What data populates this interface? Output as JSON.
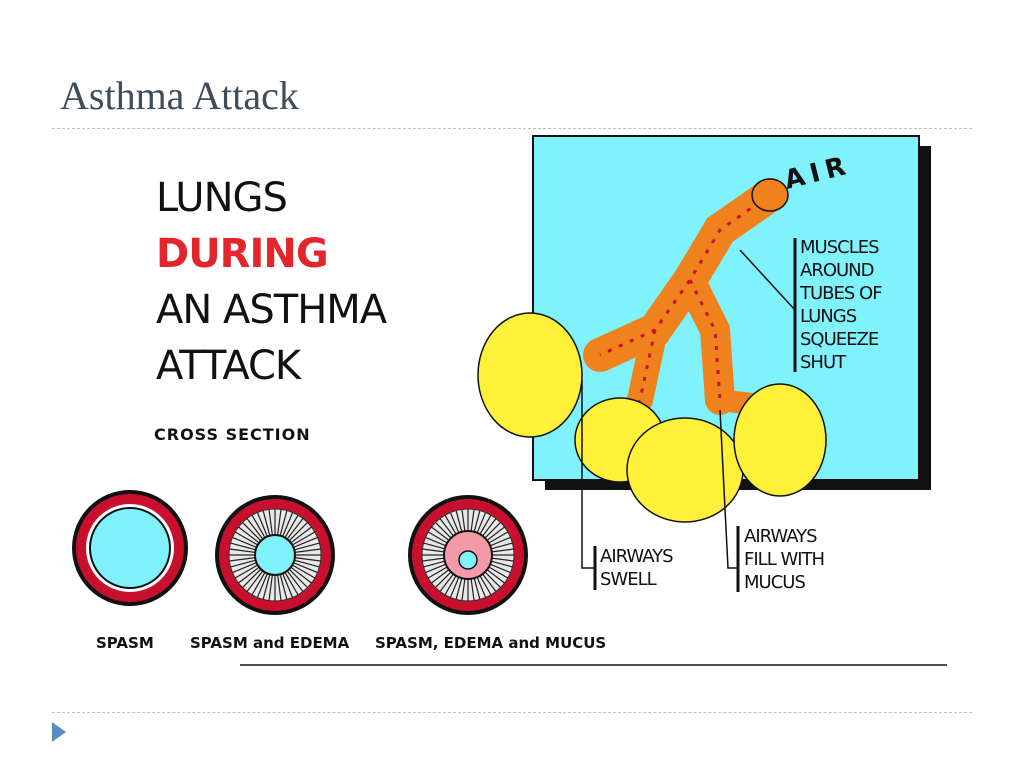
{
  "slide": {
    "title": "Asthma Attack"
  },
  "diagram": {
    "heading": {
      "line1": "LUNGS",
      "line2": "DURING",
      "line3": "AN ASTHMA",
      "line4": "ATTACK"
    },
    "cross_section_label": "CROSS SECTION",
    "cross_sections": [
      {
        "caption": "SPASM"
      },
      {
        "caption": "SPASM and EDEMA"
      },
      {
        "caption": "SPASM, EDEMA and MUCUS"
      }
    ],
    "air_label": "AIR",
    "muscles_label": [
      "MUSCLES",
      "AROUND",
      "TUBES OF",
      "LUNGS",
      "SQUEEZE",
      "SHUT"
    ],
    "swell_label": [
      "AIRWAYS",
      "SWELL"
    ],
    "mucus_label": [
      "AIRWAYS",
      "FILL WITH",
      "MUCUS"
    ]
  },
  "colors": {
    "title": "#3f4d5a",
    "accent_red": "#e3262c",
    "airway_blue": "#7ff2fb",
    "airway_orange": "#f0821e",
    "muscle_red": "#c8102e",
    "alveoli_yellow": "#fff03a",
    "mucus_pink": "#f29aa8",
    "nav_blue": "#5b8dc0"
  },
  "icons": {
    "nav": "triangle-right-icon"
  }
}
